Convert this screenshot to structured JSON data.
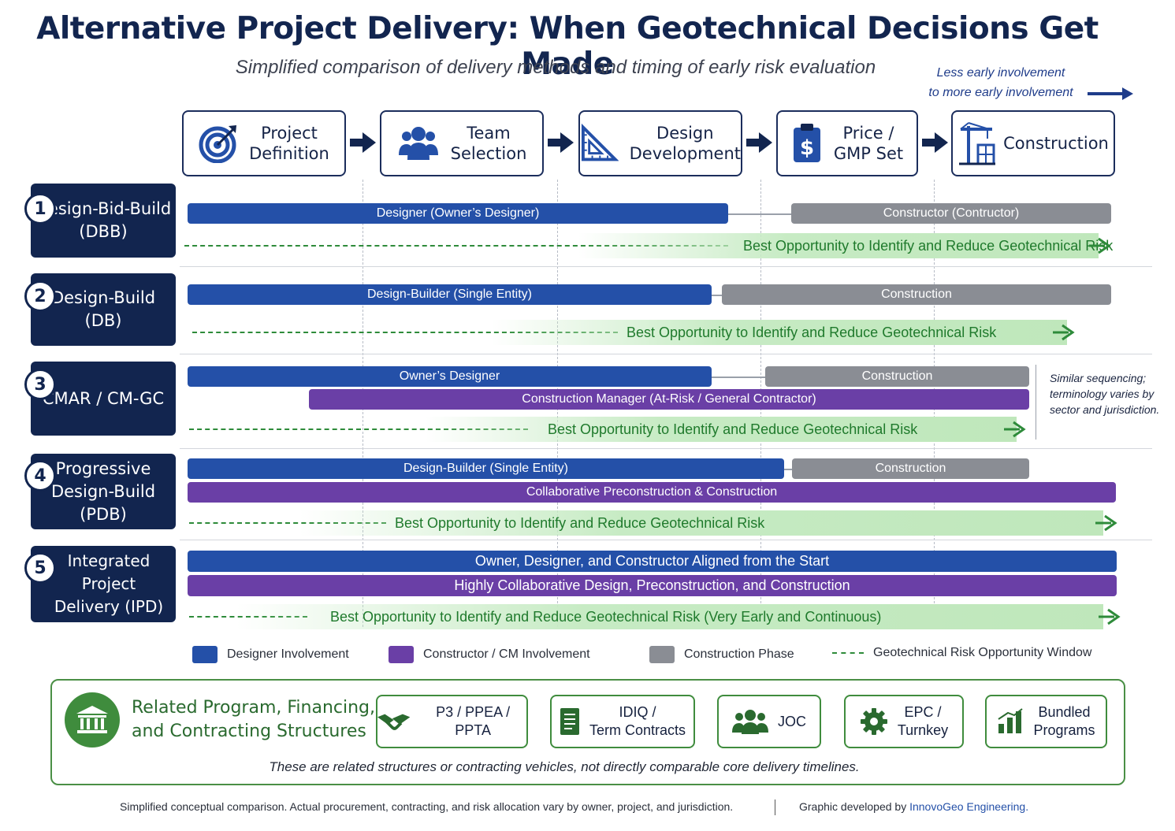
{
  "title": "Alternative Project Delivery: When Geotechnical Decisions Get Made",
  "subtitle": "Simplified comparison of delivery methods and timing of early risk evaluation",
  "direction_note": {
    "line1": "Less early involvement",
    "line2": "to more early involvement"
  },
  "stages": [
    {
      "label": "Project\nDefinition",
      "icon": "target-icon"
    },
    {
      "label": "Team\nSelection",
      "icon": "team-icon"
    },
    {
      "label": "Design\nDevelopment",
      "icon": "drafting-triangle-icon"
    },
    {
      "label": "Price /\nGMP Set",
      "icon": "dollar-clipboard-icon"
    },
    {
      "label": "Construction",
      "icon": "crane-icon"
    }
  ],
  "methods": [
    {
      "number": "1",
      "name": "Design-Bid-Build\n(DBB)",
      "bars": [
        {
          "label": "Designer (Owner’s Designer)",
          "type": "designer"
        },
        {
          "label": "Constructor (Contructor)",
          "type": "construction"
        }
      ],
      "opportunity": "Best Opportunity to Identify and Reduce Geotechnical Risk"
    },
    {
      "number": "2",
      "name": "Design-Build\n(DB)",
      "bars": [
        {
          "label": "Design-Builder (Single Entity)",
          "type": "designer"
        },
        {
          "label": "Construction",
          "type": "construction"
        }
      ],
      "opportunity": "Best Opportunity to Identify and Reduce Geotechnical Risk"
    },
    {
      "number": "3",
      "name": "CMAR / CM-GC",
      "bars": [
        {
          "label": "Owner’s Designer",
          "type": "designer"
        },
        {
          "label": "Construction",
          "type": "construction"
        },
        {
          "label": "Construction Manager (At-Risk / General Contractor)",
          "type": "constructor"
        }
      ],
      "opportunity": "Best Opportunity to Identify and Reduce Geotechnical Risk",
      "note": "Similar sequencing; terminology varies by sector and jurisdiction."
    },
    {
      "number": "4",
      "name": "Progressive\nDesign-Build\n(PDB)",
      "bars": [
        {
          "label": "Design-Builder (Single Entity)",
          "type": "designer"
        },
        {
          "label": "Construction",
          "type": "construction"
        },
        {
          "label": "Collaborative Preconstruction & Construction",
          "type": "constructor"
        }
      ],
      "opportunity": "Best Opportunity to Identify and Reduce Geotechnical Risk"
    },
    {
      "number": "5",
      "name": "Integrated Project\nDelivery (IPD)",
      "bars": [
        {
          "label": "Owner, Designer, and Constructor Aligned from the Start",
          "type": "designer"
        },
        {
          "label": "Highly Collaborative Design, Preconstruction, and Construction",
          "type": "constructor"
        }
      ],
      "opportunity": "Best Opportunity to Identify and Reduce Geotechnical Risk (Very Early and Continuous)"
    }
  ],
  "legend": [
    {
      "label": "Designer Involvement",
      "color": "#2450a8"
    },
    {
      "label": "Constructor / CM Involvement",
      "color": "#6a3fa6"
    },
    {
      "label": "Construction Phase",
      "color": "#8a8d94"
    },
    {
      "label": "Geotechnical Risk Opportunity Window",
      "color": "#2e8b3a"
    }
  ],
  "related": {
    "title": "Related Program, Financing,\nand Contracting Structures",
    "icon": "bank-building-icon",
    "items": [
      {
        "label": "P3 / PPEA / PPTA",
        "icon": "handshake-icon"
      },
      {
        "label": "IDIQ /\nTerm Contracts",
        "icon": "document-icon"
      },
      {
        "label": "JOC",
        "icon": "group-icon"
      },
      {
        "label": "EPC /\nTurnkey",
        "icon": "gear-icon"
      },
      {
        "label": "Bundled\nPrograms",
        "icon": "bar-chart-icon"
      }
    ],
    "note": "These are related structures or contracting vehicles, not directly comparable core delivery timelines."
  },
  "footer": {
    "disclaimer": "Simplified conceptual comparison. Actual procurement, contracting, and risk allocation vary by owner, project, and jurisdiction.",
    "credit_prefix": "Graphic developed by",
    "credit_brand": "InnovoGeo Engineering."
  },
  "colors": {
    "navy": "#12254f",
    "designer_blue": "#2450a8",
    "constructor_purple": "#6a3fa6",
    "construction_gray": "#8a8d94",
    "risk_green": "#2e8b3a"
  }
}
